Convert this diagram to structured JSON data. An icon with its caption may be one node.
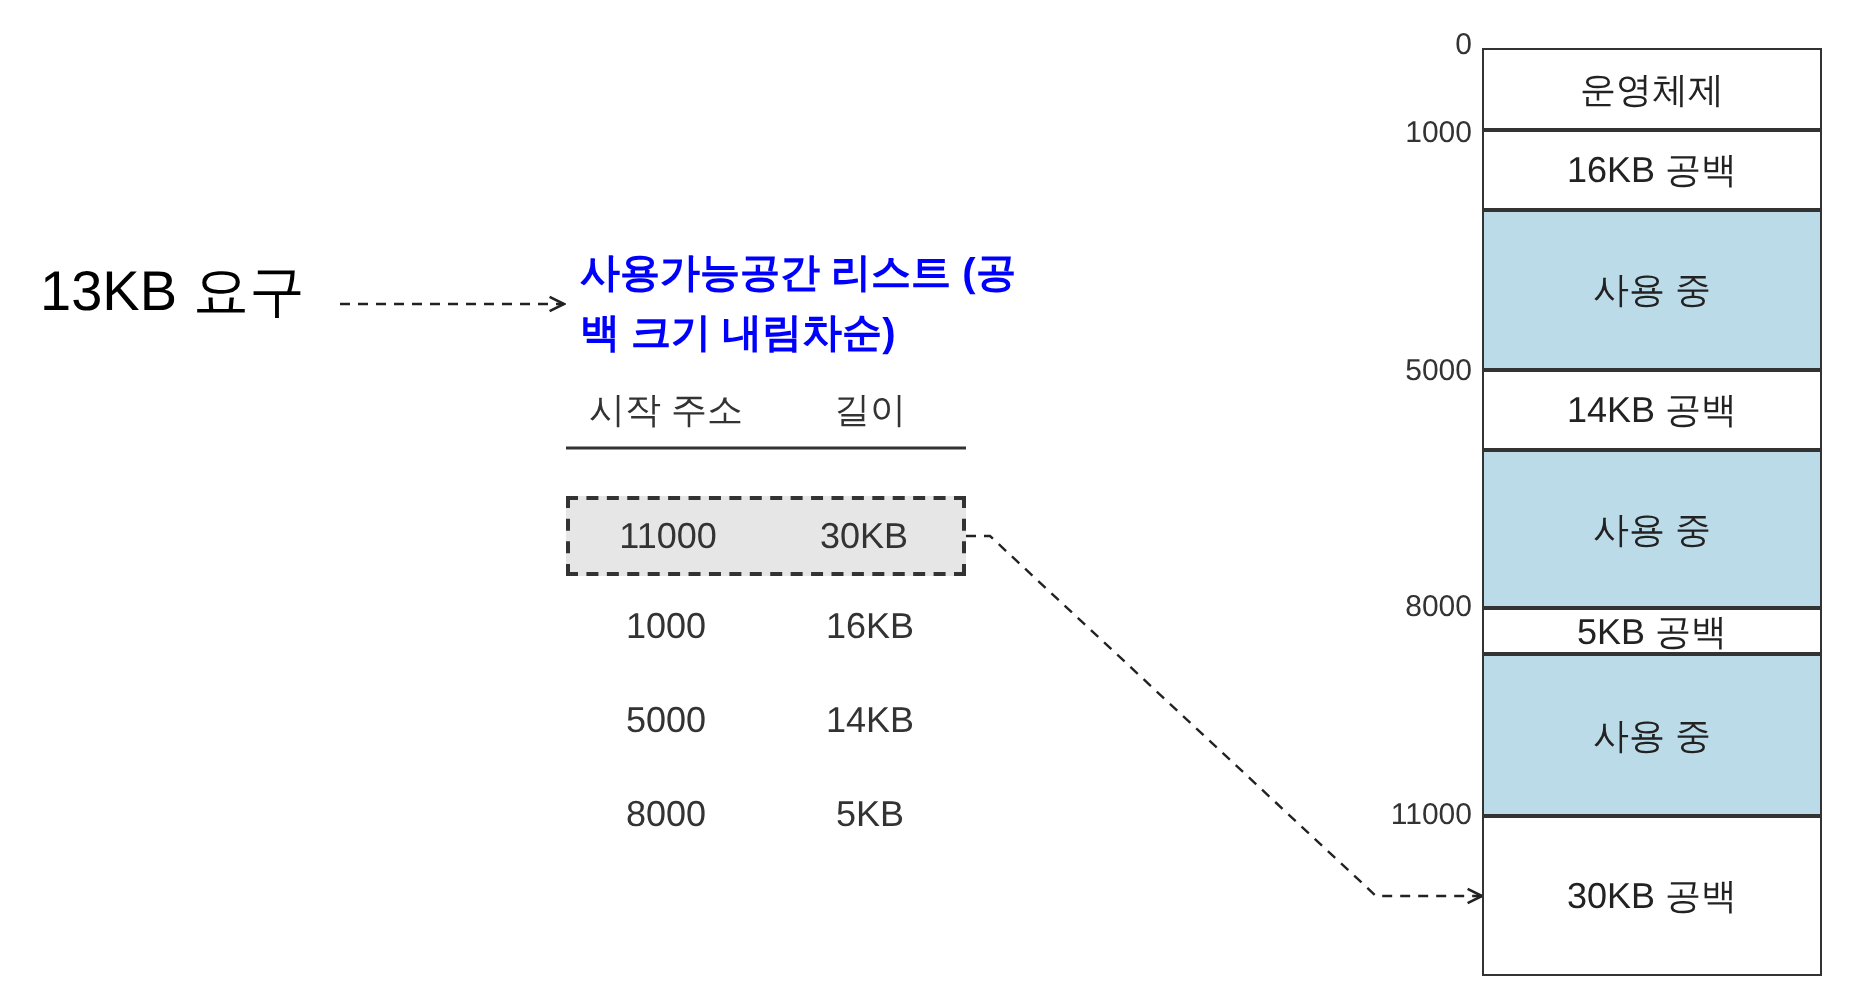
{
  "diagram": {
    "nodes": [
      {
        "text": [
          "13KB 요구"
        ]
      },
      {
        "text": [
          "사용가능공간 리스트 (공백 크기 내림차순)"
        ]
      },
      {
        "text": [
          "11000",
          "30KB"
        ]
      },
      {
        "text": [
          "운영체제"
        ]
      },
      {
        "text": [
          "16KB 공백"
        ]
      },
      {
        "text": [
          "사용 중"
        ]
      },
      {
        "text": [
          "14KB 공백"
        ]
      },
      {
        "text": [
          "사용 중"
        ]
      },
      {
        "text": [
          "5KB 공백"
        ]
      },
      {
        "text": [
          "사용 중"
        ]
      },
      {
        "text": [
          "30KB 공백"
        ]
      }
    ],
    "edges": [
      {
        "from": 0,
        "to": 1,
        "arrow": "to",
        "style": "dashed"
      },
      {
        "from": 2,
        "to": 10,
        "arrow": "to",
        "style": "dashed"
      }
    ],
    "labels": [
      "시작 주소",
      "길이",
      "1000",
      "16KB",
      "5000",
      "14KB",
      "8000",
      "5KB",
      "0",
      "1000",
      "5000",
      "8000",
      "11000"
    ]
  }
}
